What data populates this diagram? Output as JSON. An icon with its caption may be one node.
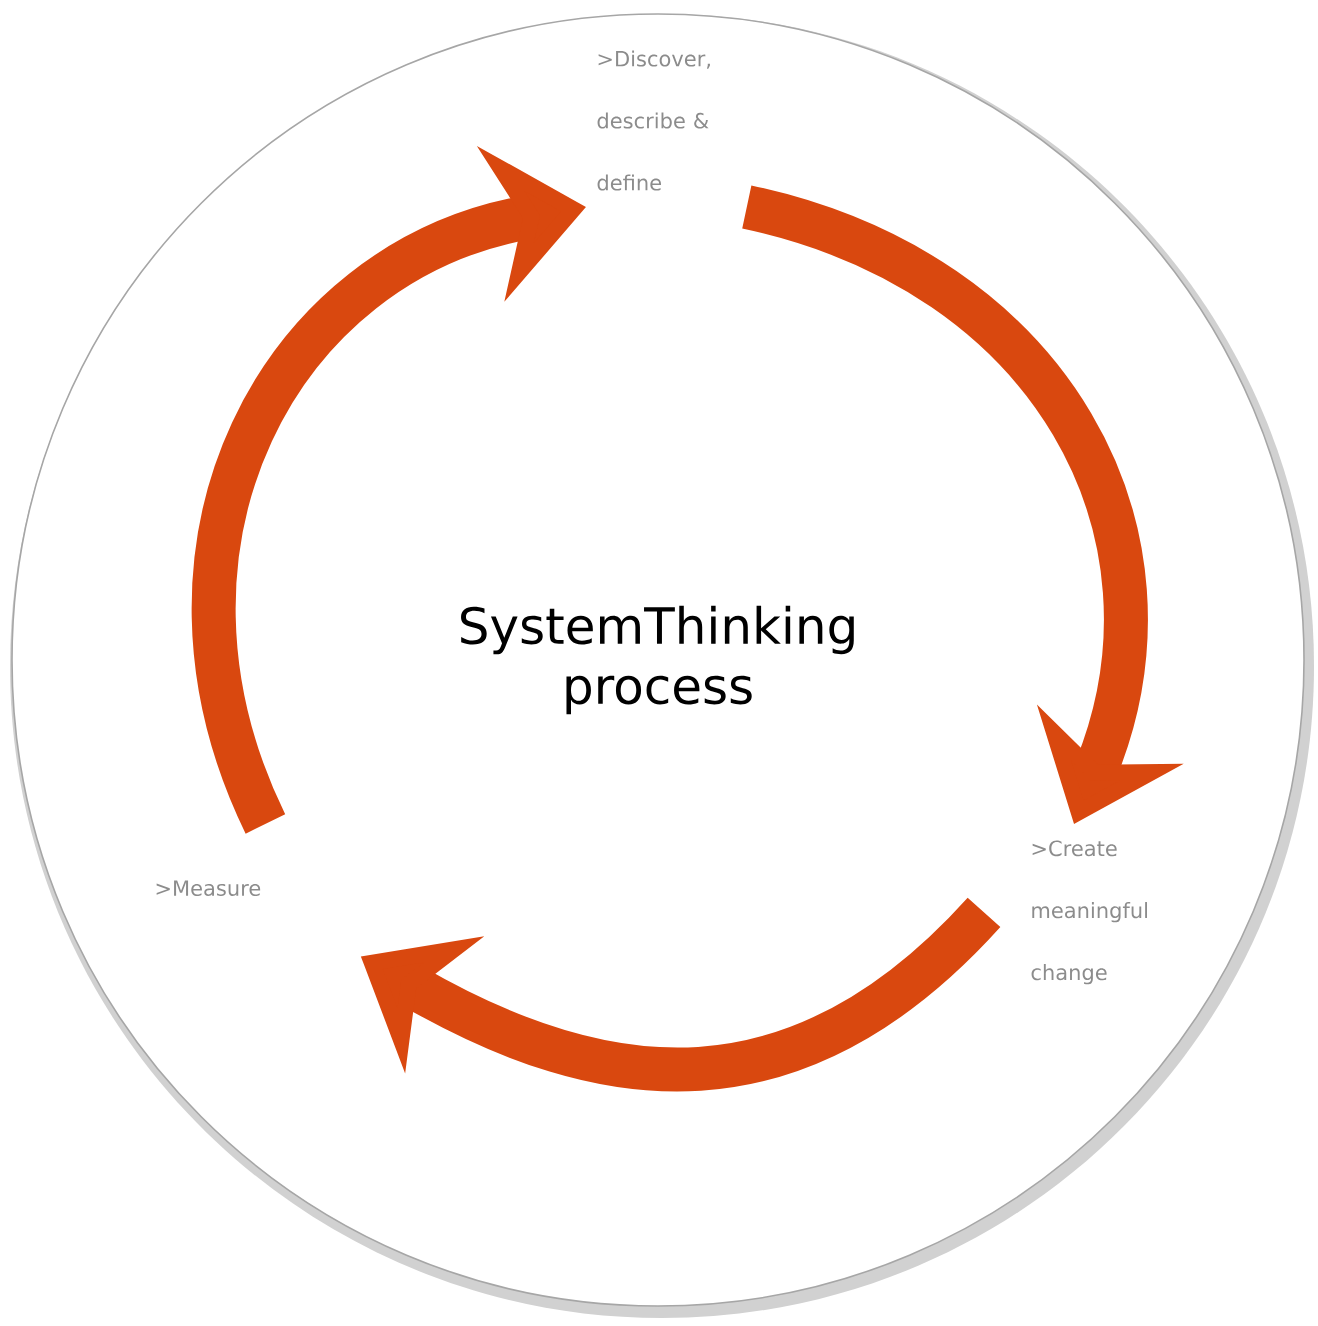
{
  "diagram": {
    "nodes": [
      {
        "text": [
          "SystemThinking process"
        ]
      },
      {
        "text": [
          ">Discover, describe & define"
        ],
        "in": 0
      },
      {
        "text": [
          ">Create meaningful change"
        ],
        "in": 0
      },
      {
        "text": [
          ">Measure"
        ],
        "in": 0
      }
    ],
    "edges": [
      {
        "from": 1,
        "to": 2,
        "arrow": "to"
      },
      {
        "from": 2,
        "to": 3,
        "arrow": "to"
      },
      {
        "from": 3,
        "to": 1,
        "arrow": "to"
      }
    ]
  }
}
